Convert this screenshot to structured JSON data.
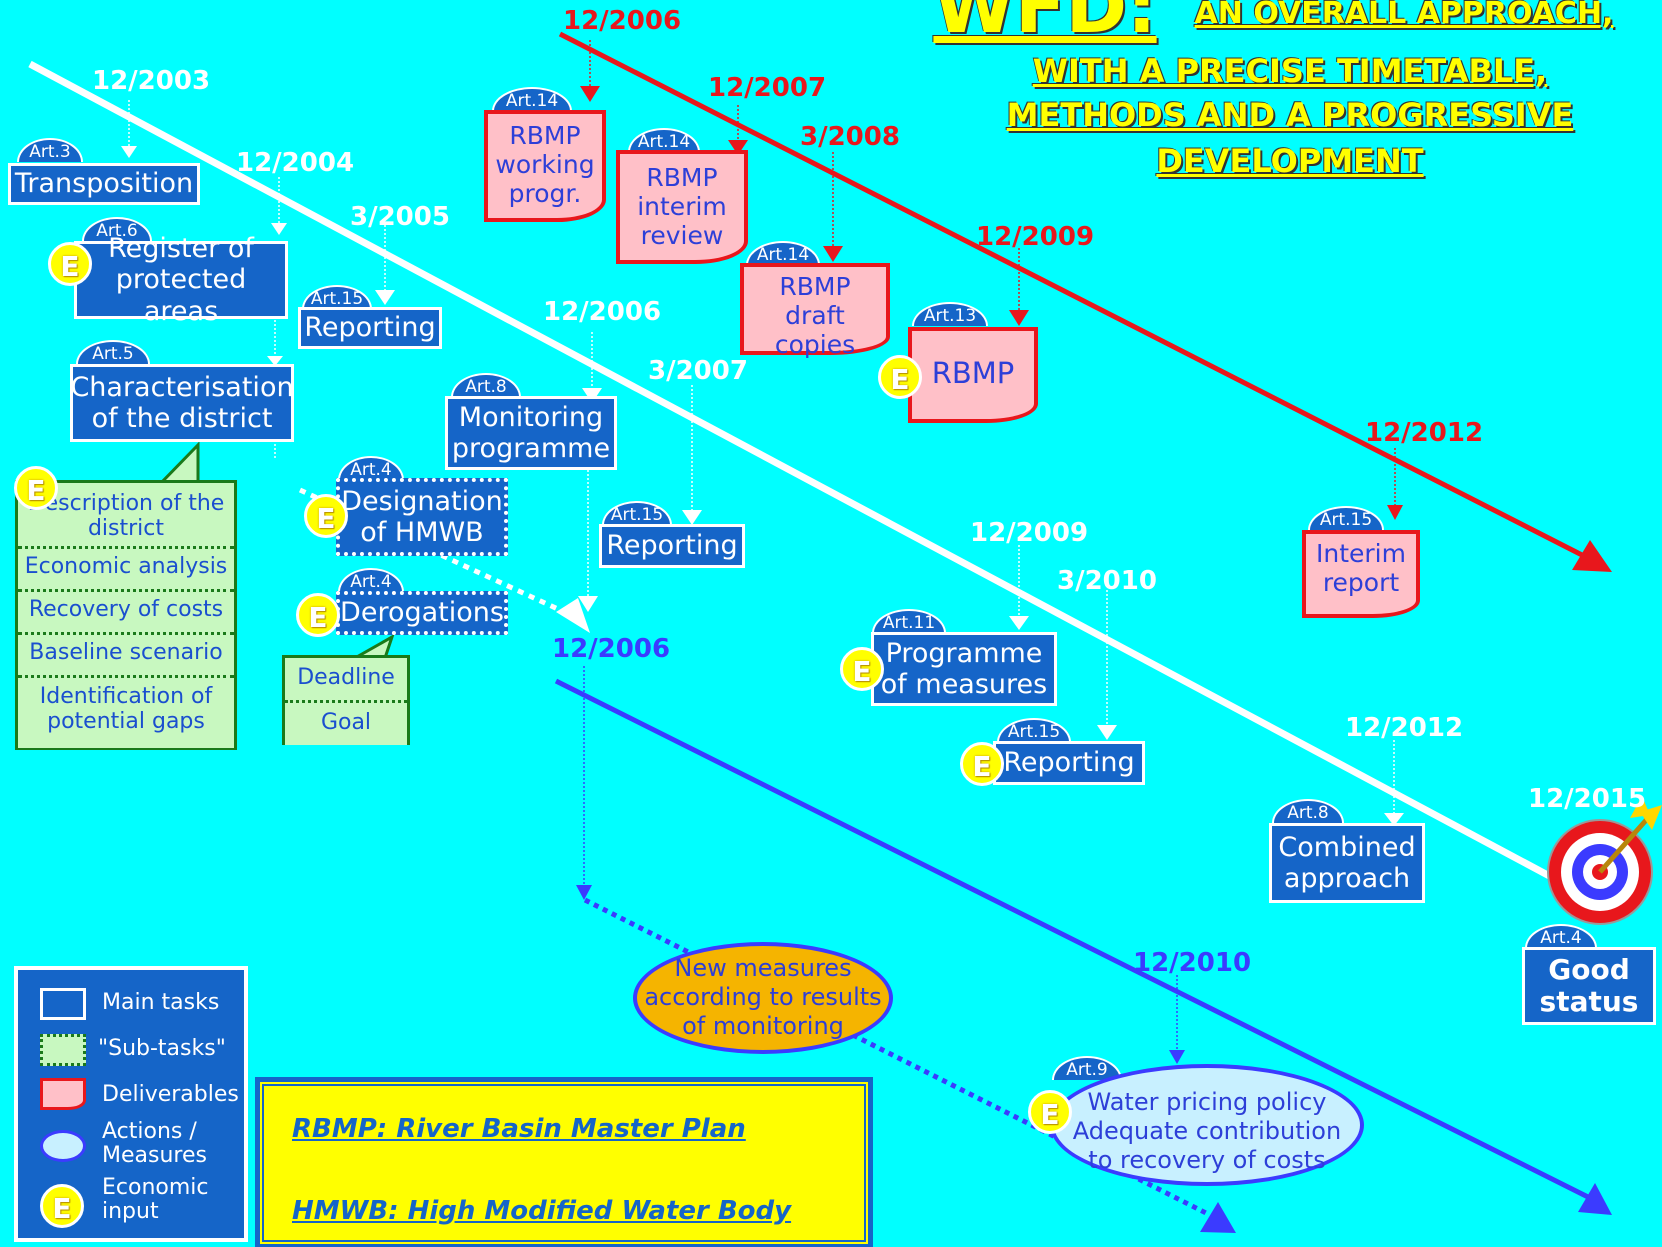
{
  "title": {
    "big": "WFD:",
    "line1": "AN OVERALL APPROACH,",
    "line2": "WITH A PRECISE TIMETABLE,",
    "line3": "METHODS AND A PROGRESSIVE",
    "line4": "DEVELOPMENT"
  },
  "e_label": "E",
  "white_track": {
    "d2003": "12/2003",
    "d2004": "12/2004",
    "d2005": "3/2005",
    "d2006": "12/2006",
    "d2007": "3/2007",
    "d2009": "12/2009",
    "d2010": "3/2010",
    "d2012": "12/2012",
    "d2015": "12/2015",
    "transposition": {
      "art": "Art.3",
      "label": "Transposition"
    },
    "register": {
      "art": "Art.6",
      "line1": "Register of",
      "line2": "protected areas"
    },
    "reporting1": {
      "art": "Art.15",
      "label": "Reporting"
    },
    "characterisation": {
      "art": "Art.5",
      "line1": "Characterisation",
      "line2": "of the district"
    },
    "monitoring": {
      "art": "Art.8",
      "line1": "Monitoring",
      "line2": "programme"
    },
    "reporting2": {
      "art": "Art.15",
      "label": "Reporting"
    },
    "designation": {
      "art": "Art.4",
      "line1": "Designation",
      "line2": "of HMWB"
    },
    "derogations": {
      "art": "Art.4",
      "label": "Derogations"
    },
    "programme": {
      "art": "Art.11",
      "line1": "Programme",
      "line2": "of measures"
    },
    "reporting3": {
      "art": "Art.15",
      "label": "Reporting"
    },
    "combined": {
      "art": "Art.8",
      "line1": "Combined",
      "line2": "approach"
    },
    "good": {
      "art": "Art.4",
      "line1": "Good",
      "line2": "status"
    }
  },
  "subtasks_district": [
    "Description of the district",
    "Economic analysis",
    "Recovery of costs",
    "Baseline scenario",
    "Identification of potential gaps"
  ],
  "subtasks_derog": [
    "Deadline",
    "Goal"
  ],
  "red_track": {
    "d2006": "12/2006",
    "d2007": "12/2007",
    "d2008": "3/2008",
    "d2009": "12/2009",
    "d2012": "12/2012",
    "working": {
      "art": "Art.14",
      "line1": "RBMP",
      "line2": "working",
      "line3": "progr."
    },
    "interim_review": {
      "art": "Art.14",
      "line1": "RBMP",
      "line2": "interim",
      "line3": "review"
    },
    "draft": {
      "art": "Art.14",
      "line1": "RBMP",
      "line2": "draft copies"
    },
    "rbmp": {
      "art": "Art.13",
      "label": "RBMP"
    },
    "interim_report": {
      "art": "Art.15",
      "line1": "Interim",
      "line2": "report"
    }
  },
  "blue_track": {
    "d2006": "12/2006",
    "d2010": "12/2010",
    "new_measures": {
      "line1": "New measures",
      "line2": "according to results",
      "line3": "of monitoring"
    },
    "pricing": {
      "art": "Art.9",
      "line1": "Water pricing policy",
      "line2": "Adequate contribution",
      "line3": "to recovery of costs"
    }
  },
  "legend": {
    "main": "Main tasks",
    "sub": "\"Sub-tasks\"",
    "deliv": "Deliverables",
    "actions1": "Actions /",
    "actions2": "Measures",
    "econ1": "Economic",
    "econ2": "input"
  },
  "glossary": {
    "rbmp": "RBMP: River Basin Master Plan",
    "hmwb": "HMWB: High Modified Water Body"
  },
  "colors": {
    "background": "#00ffff",
    "task": "#1565c8",
    "deliverable_border": "#e8171c",
    "deliverable_fill": "#ffc0c8",
    "subtask_fill": "#c8f8c0",
    "blue_track": "#3b3bff",
    "economic": "#ffff00"
  }
}
